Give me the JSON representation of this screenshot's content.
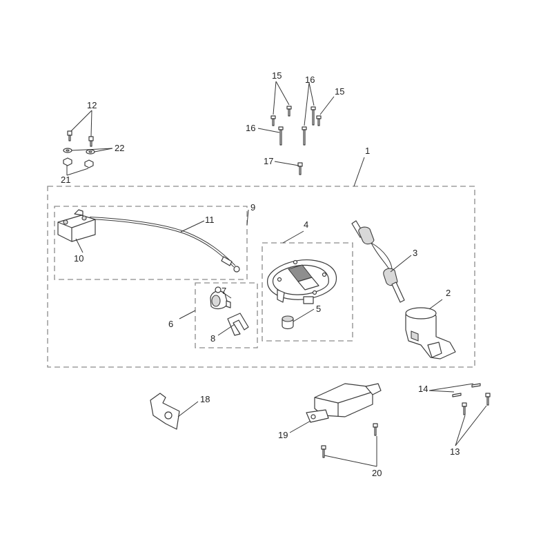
{
  "labels": {
    "l1": "1",
    "l2": "2",
    "l3": "3",
    "l4": "4",
    "l5": "5",
    "l6": "6",
    "l7": "7",
    "l8": "8",
    "l9": "9",
    "l10": "10",
    "l11": "11",
    "l12": "12",
    "l13": "13",
    "l14": "14",
    "l15a": "15",
    "l15b": "15",
    "l16a": "16",
    "l16b": "16",
    "l17": "17",
    "l18": "18",
    "l19": "19",
    "l20": "20",
    "l21": "21",
    "l22": "22"
  }
}
